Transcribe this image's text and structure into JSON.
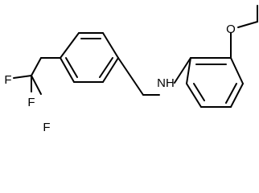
{
  "molecule": {
    "atom_labels": {
      "nh": "NH",
      "oxygen": "O",
      "fluorine_top": "F",
      "fluorine_left": "F",
      "fluorine_bottom": "F"
    }
  }
}
